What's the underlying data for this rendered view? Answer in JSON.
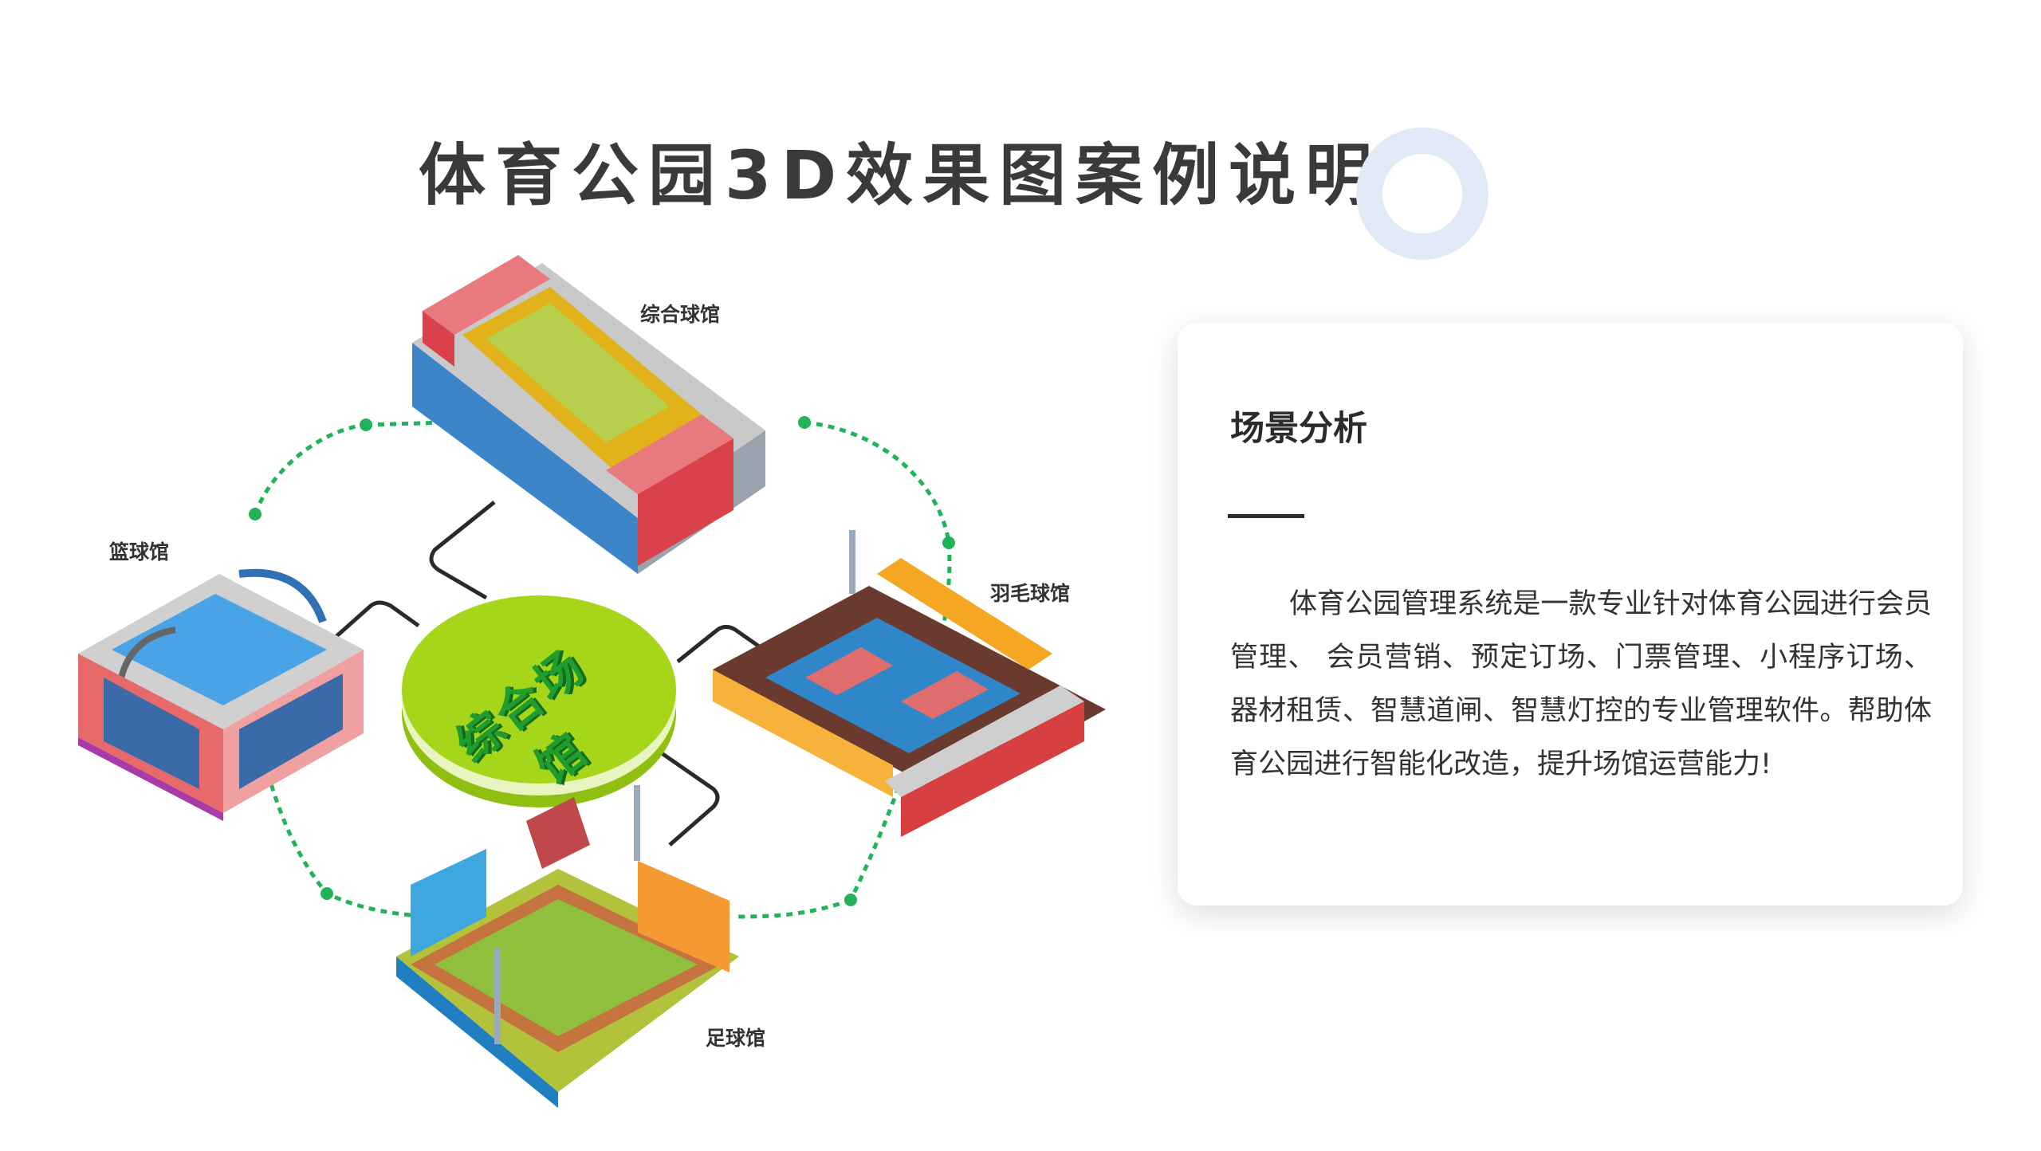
{
  "title": "体育公园3D效果图案例说明",
  "illustration": {
    "hub_label": "综合场馆",
    "venues": [
      "综合球馆",
      "篮球馆",
      "羽毛球馆",
      "足球馆"
    ]
  },
  "card": {
    "heading": "场景分析",
    "body": "体育公园管理系统是一款专业针对体育公园进行会员管理、 会员营销、预定订场、门票管理、小程序订场、器材租赁、智慧道闸、智慧灯控的专业管理软件。帮助体育公园进行智能化改造，提升场馆运营能力!"
  },
  "colors": {
    "accent_green": "#22b35a",
    "hub_green": "#a6d61a",
    "ring": "#dfeaf6"
  }
}
